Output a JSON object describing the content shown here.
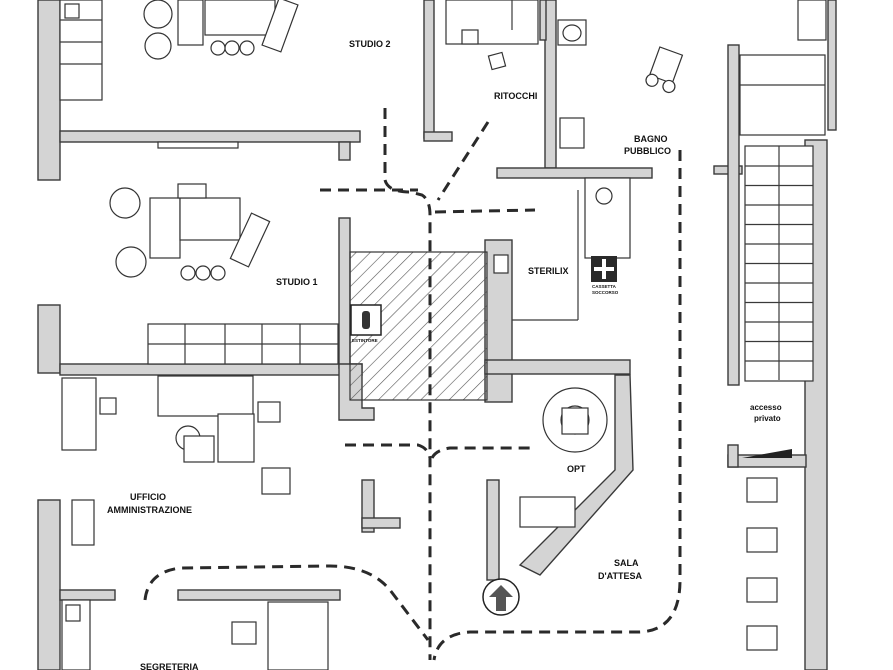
{
  "rooms": {
    "studio2": "STUDIO 2",
    "ritocchi": "RITOCCHI",
    "bagno_line1": "BAGNO",
    "bagno_line2": "PUBBLICO",
    "studio1": "STUDIO 1",
    "sterilix": "STERILIX",
    "opt": "OPT",
    "ufficio_line1": "UFFICIO",
    "ufficio_line2": "AMMINISTRAZIONE",
    "sala_line1": "SALA",
    "sala_line2": "D'ATTESA",
    "accesso_line1": "accesso",
    "accesso_line2": "privato",
    "segreteria": "SEGRETERIA"
  },
  "signs": {
    "estintore": "ESTINTORE",
    "cassetta_line1": "CASSETTA",
    "cassetta_line2": "SOCCORSO"
  },
  "icons": [
    "fire-extinguisher-icon",
    "first-aid-icon",
    "entrance-arrow-icon",
    "wheelchair-icon",
    "dental-chair-icon"
  ],
  "colors": {
    "wall_fill": "#d4d4d4",
    "line": "#333333",
    "entrance_arrow": "#555555",
    "first_aid_cross": "#ffffff"
  }
}
